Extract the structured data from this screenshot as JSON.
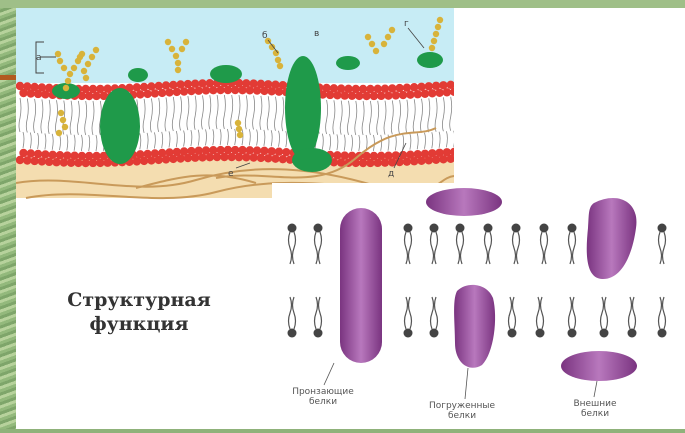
{
  "slide": {
    "title_line1": "Структурная",
    "title_line2": "функция"
  },
  "membrane_diagram": {
    "letters": [
      "а",
      "б",
      "в",
      "г",
      "д",
      "е"
    ]
  },
  "proteins_diagram": {
    "labels": {
      "integral_1": "Пронзающие",
      "integral_2": "белки",
      "semi_1": "Погруженные",
      "semi_2": "белки",
      "peripheral_1": "Внешние",
      "peripheral_2": "белки"
    }
  },
  "colors": {
    "background_green": "#8fb27a",
    "lipid_head_red": "#e23b35",
    "protein_green": "#1f9a4a",
    "sugar_yellow": "#d8b33a",
    "cytoplasm": "#f4ddb0",
    "extracellular": "#c7ecf5",
    "protein_purple": "#9c4fa3",
    "accent_orange": "#b25a1f"
  }
}
